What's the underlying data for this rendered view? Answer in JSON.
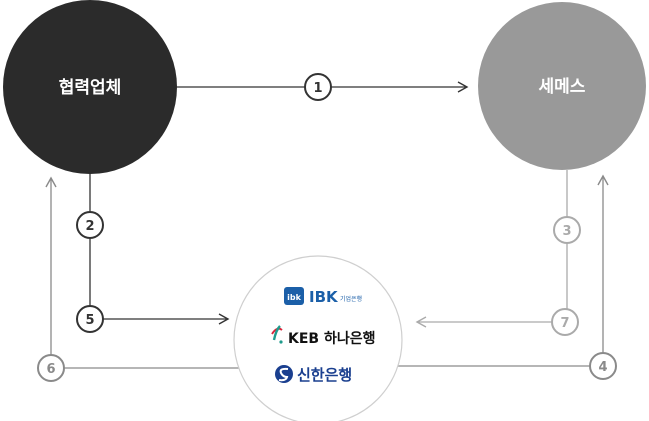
{
  "nodes": {
    "partner": {
      "label": "협력업체",
      "fill": "#2b2b2b",
      "text_color": "#ffffff"
    },
    "semes": {
      "label": "세메스",
      "fill": "#999999",
      "text_color": "#ffffff"
    },
    "banks": {
      "fill": "#ffffff",
      "stroke": "#cfcfcf",
      "ibk": {
        "label": "IBK",
        "sublabel": "기업은행",
        "color": "#1b5fa8",
        "icon": "ibk-logo-icon"
      },
      "keb": {
        "label": "KEB 하나은행",
        "color": "#111111",
        "accent": "#1f9b8c",
        "icon": "hana-logo-icon"
      },
      "shinhan": {
        "label": "신한은행",
        "color": "#1a3f8f",
        "icon": "shinhan-logo-icon"
      }
    }
  },
  "steps": {
    "s1": "1",
    "s2": "2",
    "s3": "3",
    "s4": "4",
    "s5": "5",
    "s6": "6",
    "s7": "7"
  },
  "colors": {
    "dark_line": "#333333",
    "gray_line": "#8a8a8a",
    "light_line": "#aaaaaa"
  }
}
